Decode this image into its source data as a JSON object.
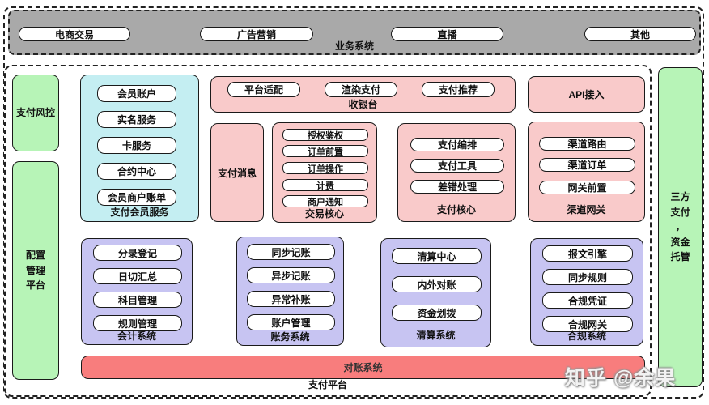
{
  "colors": {
    "gray": "#a9a9a9",
    "green": "#b7f4b7",
    "cyan": "#c4eef2",
    "pink": "#f9caca",
    "purple": "#c7c4f2",
    "red": "#f87d7d"
  },
  "business": {
    "label": "业务系统",
    "items": [
      "电商交易",
      "广告营销",
      "直播",
      "其他"
    ]
  },
  "platform": {
    "label": "支付平台",
    "risk": "支付风控",
    "config": "配置\n管理\n平台",
    "member": {
      "label": "支付会员服务",
      "items": [
        "会员账户",
        "实名服务",
        "卡服务",
        "合约中心",
        "会员商户账单"
      ]
    },
    "cashier": {
      "label": "收银台",
      "items": [
        "平台适配",
        "渲染支付",
        "支付推荐"
      ]
    },
    "api": {
      "label": "API接入"
    },
    "message": {
      "label": "支付消息"
    },
    "trade": {
      "label": "交易核心",
      "items": [
        "授权鉴权",
        "订单前置",
        "订单操作",
        "计费",
        "商户通知"
      ]
    },
    "paycore": {
      "label": "支付核心",
      "items": [
        "支付编排",
        "支付工具",
        "差错处理"
      ]
    },
    "channel": {
      "label": "渠道网关",
      "items": [
        "渠道路由",
        "渠道订单",
        "网关前置"
      ]
    },
    "accounting": {
      "label": "会计系统",
      "items": [
        "分录登记",
        "日切汇总",
        "科目管理",
        "规则管理"
      ]
    },
    "ledger": {
      "label": "账务系统",
      "items": [
        "同步记账",
        "异步记账",
        "异常补账",
        "账户管理"
      ]
    },
    "clearing": {
      "label": "清算系统",
      "items": [
        "清算中心",
        "内外对账",
        "资金划拨"
      ]
    },
    "compliance": {
      "label": "合规系统",
      "items": [
        "报文引擎",
        "同步规则",
        "合规凭证",
        "合规网关"
      ]
    },
    "reconciliation": {
      "label": "对账系统"
    }
  },
  "external": {
    "label": "三方\n支付\n，\n资金\n托管"
  },
  "watermark": "知乎 @余果"
}
